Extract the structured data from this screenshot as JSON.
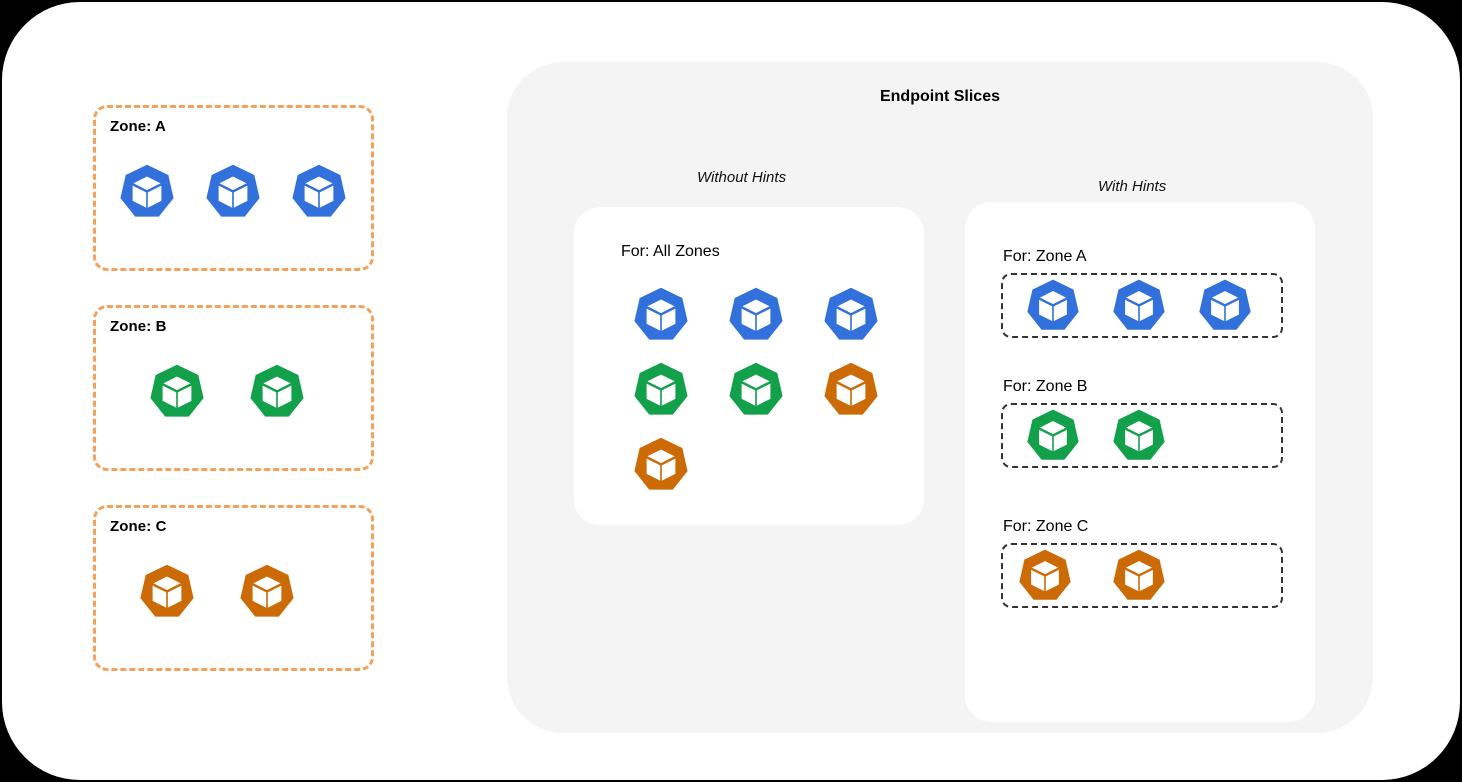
{
  "colors": {
    "pod_blue": "#3271DC",
    "pod_green": "#13A04A",
    "pod_orange": "#CC6A05",
    "zone_dash": "#f5a15c",
    "hint_dash": "#333333",
    "panel_bg": "#f4f4f4",
    "card_bg": "#ffffff",
    "page_bg": "#ffffff",
    "canvas_bg": "#000000"
  },
  "left_zones": {
    "items": [
      {
        "label": "Zone: A",
        "pod_color": "blue",
        "pod_count": 3
      },
      {
        "label": "Zone: B",
        "pod_color": "green",
        "pod_count": 2
      },
      {
        "label": "Zone: C",
        "pod_color": "orange",
        "pod_count": 2
      }
    ]
  },
  "slices_panel": {
    "title": "Endpoint Slices",
    "without_hints": {
      "caption": "Without Hints",
      "card_title": "For: All Zones",
      "pods": [
        "blue",
        "blue",
        "blue",
        "green",
        "green",
        "orange",
        "orange"
      ]
    },
    "with_hints": {
      "caption": "With Hints",
      "groups": [
        {
          "label": "For: Zone A",
          "pod_color": "blue",
          "pod_count": 3
        },
        {
          "label": "For: Zone B",
          "pod_color": "green",
          "pod_count": 2
        },
        {
          "label": "For: Zone C",
          "pod_color": "orange",
          "pod_count": 2
        }
      ]
    }
  },
  "icons": {
    "pod": "kubernetes-pod-icon"
  }
}
